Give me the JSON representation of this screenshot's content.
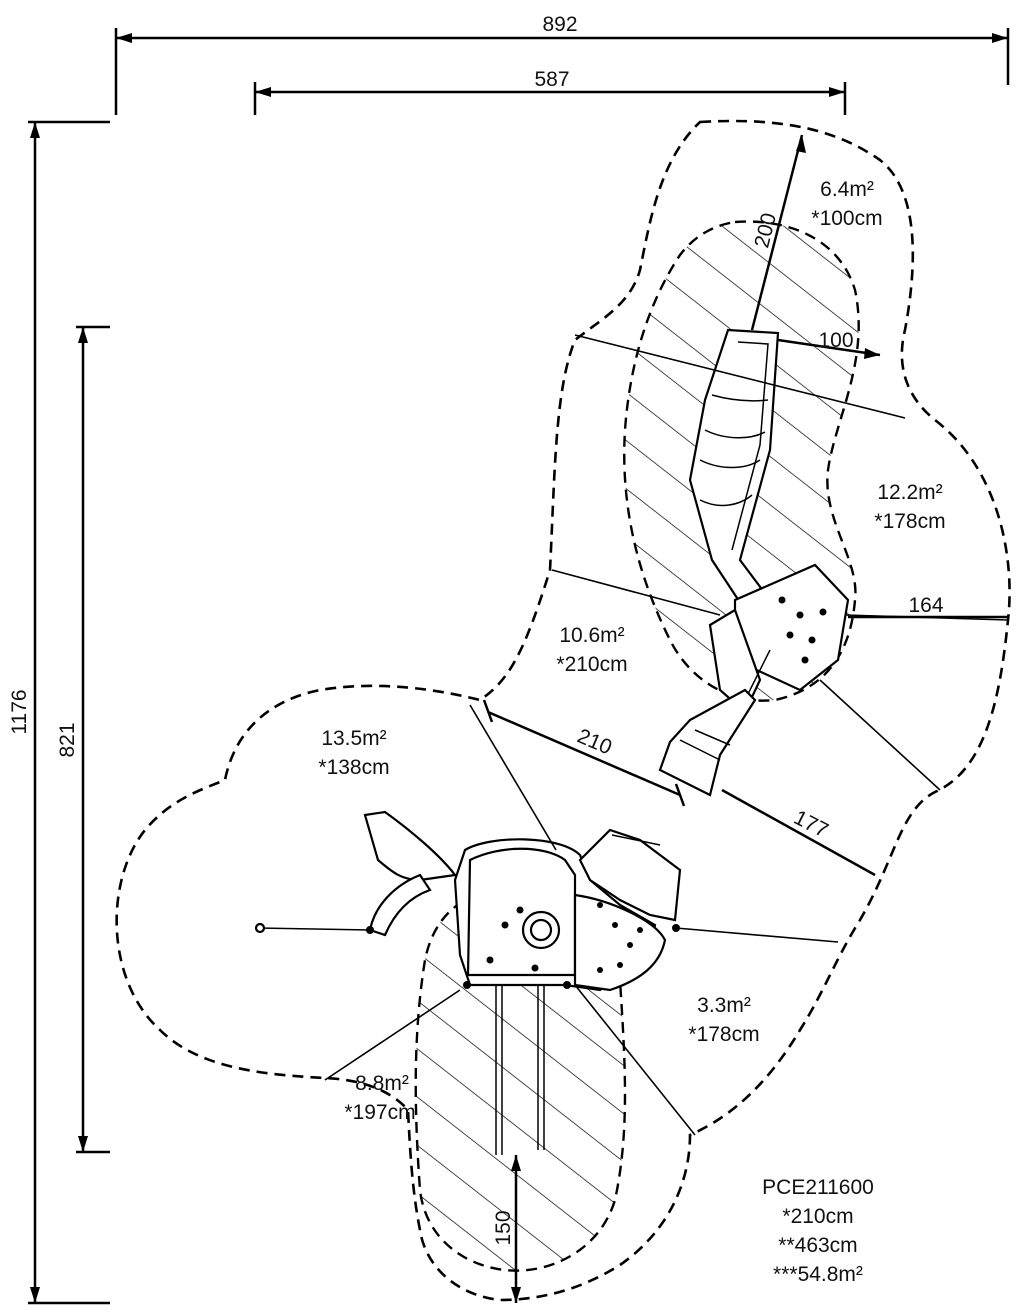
{
  "dimensions": {
    "total_width": "892",
    "inner_width": "587",
    "total_height": "1176",
    "inner_height": "821",
    "slide_exit_radius": "200",
    "slide_side": "100",
    "side_164": "164",
    "side_210": "210",
    "side_177": "177",
    "bottom_150": "150"
  },
  "zones": [
    {
      "area": "6.4m²",
      "height": "*100cm"
    },
    {
      "area": "12.2m²",
      "height": "*178cm"
    },
    {
      "area": "10.6m²",
      "height": "*210cm"
    },
    {
      "area": "13.5m²",
      "height": "*138cm"
    },
    {
      "area": "3.3m²",
      "height": "*178cm"
    },
    {
      "area": "8.8m²",
      "height": "*197cm"
    }
  ],
  "product": {
    "code": "PCE211600",
    "free_fall_height": "*210cm",
    "total_height": "**463cm",
    "total_area": "***54.8m²"
  }
}
